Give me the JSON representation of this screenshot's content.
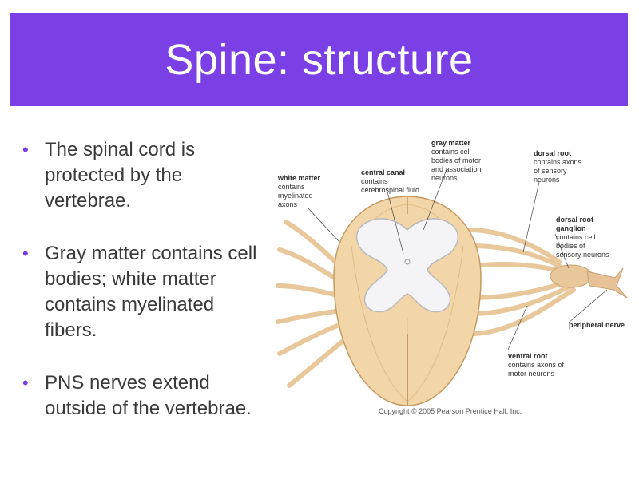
{
  "slide": {
    "title": "Spine: structure",
    "bullets": [
      "The spinal cord is protected by the vertebrae.",
      "Gray matter contains cell bodies; white matter contains myelinated fibers.",
      "PNS nerves extend outside of the vertebrae."
    ],
    "accent_color": "#7b3fe6"
  },
  "figure": {
    "labels": {
      "gray_matter": {
        "title": "gray matter",
        "lines": [
          "contains cell",
          "bodies of motor",
          "and association",
          "neurons"
        ]
      },
      "central_canal": {
        "title": "central canal",
        "lines": [
          "contains",
          "cerebrospinal fluid"
        ]
      },
      "white_matter": {
        "title": "white matter",
        "lines": [
          "contains",
          "myelinated",
          "axons"
        ]
      },
      "dorsal_root": {
        "title": "dorsal root",
        "lines": [
          "contains axons",
          "of sensory",
          "neurons"
        ]
      },
      "dorsal_root_ganglion": {
        "title": "dorsal root",
        "lines": [
          "ganglion",
          "contains cell",
          "bodies of",
          "sensory neurons"
        ]
      },
      "peripheral_nerve": {
        "title": "peripheral nerve",
        "lines": []
      },
      "ventral_root": {
        "title": "ventral root",
        "lines": [
          "contains axons of",
          "motor neurons"
        ]
      }
    },
    "copyright": "Copyright © 2005 Pearson Prentice Hall, Inc."
  }
}
